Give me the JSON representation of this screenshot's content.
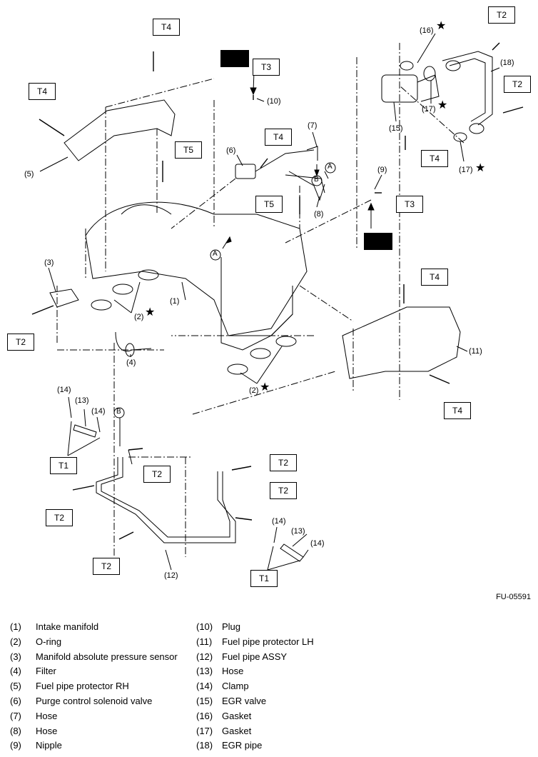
{
  "figure_id": "FU-05591",
  "torque_boxes": [
    {
      "label": "T4"
    },
    {
      "label": "T4"
    },
    {
      "label": "T5"
    },
    {
      "label": "T3"
    },
    {
      "label": "T4"
    },
    {
      "label": "T5"
    },
    {
      "label": "T3"
    },
    {
      "label": "T2"
    },
    {
      "label": "T2"
    },
    {
      "label": "T4"
    },
    {
      "label": "T4"
    },
    {
      "label": "T4"
    },
    {
      "label": "T2"
    },
    {
      "label": "T1"
    },
    {
      "label": "T2"
    },
    {
      "label": "T2"
    },
    {
      "label": "T2"
    },
    {
      "label": "T2"
    },
    {
      "label": "T1"
    },
    {
      "label": "T2"
    }
  ],
  "callouts": [
    "(1)",
    "(2)",
    "(2)",
    "(3)",
    "(4)",
    "(5)",
    "(6)",
    "(7)",
    "(8)",
    "(9)",
    "(10)",
    "(11)",
    "(12)",
    "(13)",
    "(13)",
    "(14)",
    "(14)",
    "(14)",
    "(14)",
    "(15)",
    "(16)",
    "(17)",
    "(17)",
    "(18)"
  ],
  "markers": [
    "A",
    "A",
    "B",
    "B"
  ],
  "star_symbol": "★",
  "icons": [
    "grease-applicator-icon",
    "grease-applicator-icon"
  ],
  "legend_left": [
    {
      "num": "(1)",
      "text": "Intake manifold"
    },
    {
      "num": "(2)",
      "text": "O-ring"
    },
    {
      "num": "(3)",
      "text": "Manifold absolute pressure sensor"
    },
    {
      "num": "(4)",
      "text": "Filter"
    },
    {
      "num": "(5)",
      "text": "Fuel pipe protector RH"
    },
    {
      "num": "(6)",
      "text": "Purge control solenoid valve"
    },
    {
      "num": "(7)",
      "text": "Hose"
    },
    {
      "num": "(8)",
      "text": "Hose"
    },
    {
      "num": "(9)",
      "text": "Nipple"
    }
  ],
  "legend_right": [
    {
      "num": "(10)",
      "text": "Plug"
    },
    {
      "num": "(11)",
      "text": "Fuel pipe protector LH"
    },
    {
      "num": "(12)",
      "text": "Fuel pipe ASSY"
    },
    {
      "num": "(13)",
      "text": "Hose"
    },
    {
      "num": "(14)",
      "text": "Clamp"
    },
    {
      "num": "(15)",
      "text": "EGR valve"
    },
    {
      "num": "(16)",
      "text": "Gasket"
    },
    {
      "num": "(17)",
      "text": "Gasket"
    },
    {
      "num": "(18)",
      "text": "EGR pipe"
    }
  ]
}
